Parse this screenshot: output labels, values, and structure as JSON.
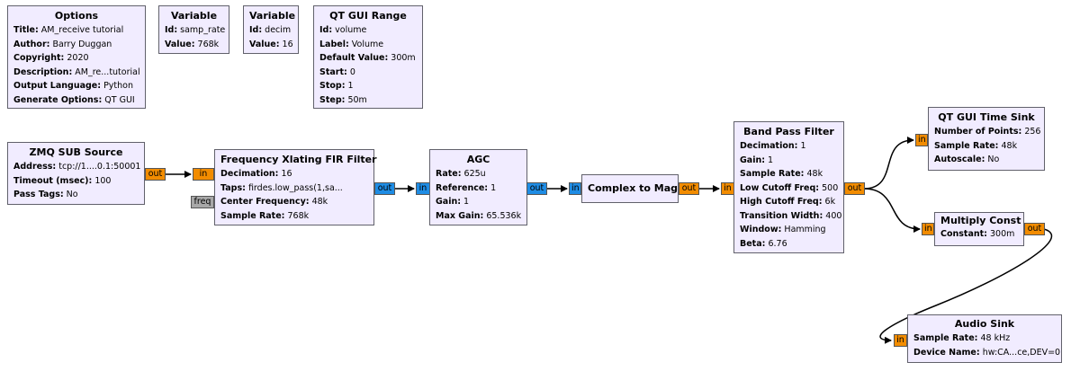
{
  "colors": {
    "block_bg": "#f1ecff",
    "block_border": "#61616b",
    "float_port": "#f28c00",
    "complex_port": "#1e8ce4",
    "message_port": "#a8a8a8",
    "wire": "#000000"
  },
  "ports": {
    "in": "in",
    "out": "out",
    "freq": "freq"
  },
  "blocks": {
    "options": {
      "title": "Options",
      "rows": [
        {
          "k": "Title:",
          "v": " AM_receive tutorial"
        },
        {
          "k": "Author:",
          "v": " Barry Duggan"
        },
        {
          "k": "Copyright:",
          "v": " 2020"
        },
        {
          "k": "Description:",
          "v": " AM_re...tutorial"
        },
        {
          "k": "Output Language:",
          "v": " Python"
        },
        {
          "k": "Generate Options:",
          "v": " QT GUI"
        }
      ]
    },
    "var_samp_rate": {
      "title": "Variable",
      "rows": [
        {
          "k": "Id:",
          "v": " samp_rate"
        },
        {
          "k": "Value:",
          "v": " 768k"
        }
      ]
    },
    "var_decim": {
      "title": "Variable",
      "rows": [
        {
          "k": "Id:",
          "v": " decim"
        },
        {
          "k": "Value:",
          "v": " 16"
        }
      ]
    },
    "qt_range": {
      "title": "QT GUI Range",
      "rows": [
        {
          "k": "Id:",
          "v": " volume"
        },
        {
          "k": "Label:",
          "v": " Volume"
        },
        {
          "k": "Default Value:",
          "v": " 300m"
        },
        {
          "k": "Start:",
          "v": " 0"
        },
        {
          "k": "Stop:",
          "v": " 1"
        },
        {
          "k": "Step:",
          "v": " 50m"
        }
      ]
    },
    "zmq": {
      "title": "ZMQ SUB Source",
      "rows": [
        {
          "k": "Address:",
          "v": " tcp://1....0.1:50001"
        },
        {
          "k": "Timeout (msec):",
          "v": " 100"
        },
        {
          "k": "Pass Tags:",
          "v": " No"
        }
      ]
    },
    "xlating": {
      "title": "Frequency Xlating FIR Filter",
      "rows": [
        {
          "k": "Decimation:",
          "v": " 16"
        },
        {
          "k": "Taps:",
          "v": " firdes.low_pass(1,sa..."
        },
        {
          "k": "Center Frequency:",
          "v": " 48k"
        },
        {
          "k": "Sample Rate:",
          "v": " 768k"
        }
      ]
    },
    "agc": {
      "title": "AGC",
      "rows": [
        {
          "k": "Rate:",
          "v": " 625u"
        },
        {
          "k": "Reference:",
          "v": " 1"
        },
        {
          "k": "Gain:",
          "v": " 1"
        },
        {
          "k": "Max Gain:",
          "v": " 65.536k"
        }
      ]
    },
    "c2mag": {
      "title": "Complex to Mag",
      "rows": []
    },
    "bpf": {
      "title": "Band Pass Filter",
      "rows": [
        {
          "k": "Decimation:",
          "v": " 1"
        },
        {
          "k": "Gain:",
          "v": " 1"
        },
        {
          "k": "Sample Rate:",
          "v": " 48k"
        },
        {
          "k": "Low Cutoff Freq:",
          "v": " 500"
        },
        {
          "k": "High Cutoff Freq:",
          "v": " 6k"
        },
        {
          "k": "Transition Width:",
          "v": " 400"
        },
        {
          "k": "Window:",
          "v": " Hamming"
        },
        {
          "k": "Beta:",
          "v": " 6.76"
        }
      ]
    },
    "timesink": {
      "title": "QT GUI Time Sink",
      "rows": [
        {
          "k": "Number of Points:",
          "v": " 256"
        },
        {
          "k": "Sample Rate:",
          "v": " 48k"
        },
        {
          "k": "Autoscale:",
          "v": " No"
        }
      ]
    },
    "mult": {
      "title": "Multiply Const",
      "rows": [
        {
          "k": "Constant:",
          "v": " 300m"
        }
      ]
    },
    "audio": {
      "title": "Audio Sink",
      "rows": [
        {
          "k": "Sample Rate:",
          "v": " 48 kHz"
        },
        {
          "k": "Device Name:",
          "v": " hw:CA...ce,DEV=0"
        }
      ]
    }
  }
}
